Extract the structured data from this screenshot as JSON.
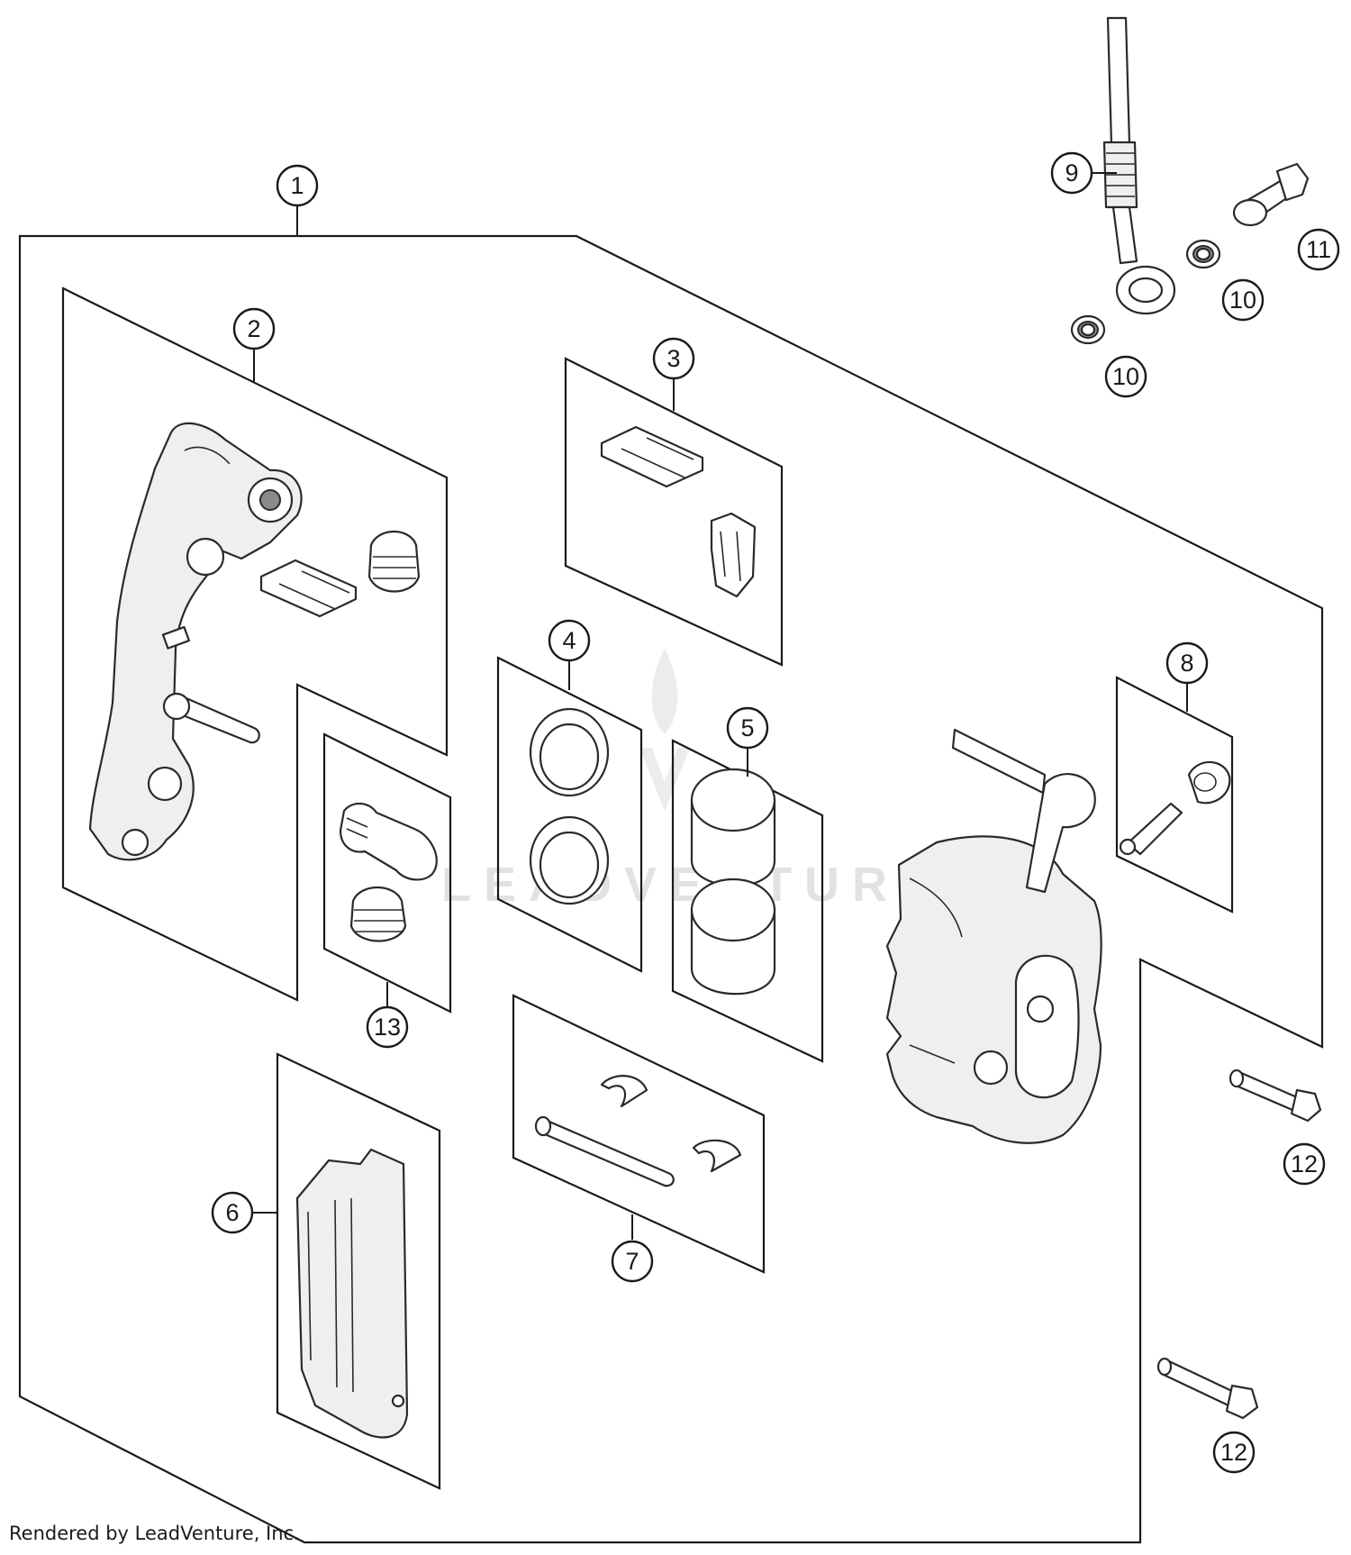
{
  "diagram": {
    "callouts": {
      "c1": "1",
      "c2": "2",
      "c3": "3",
      "c4": "4",
      "c5": "5",
      "c6": "6",
      "c7": "7",
      "c8": "8",
      "c9": "9",
      "c10a": "10",
      "c10b": "10",
      "c11": "11",
      "c12a": "12",
      "c12b": "12",
      "c13": "13"
    },
    "watermark": "LEADVENTURE",
    "credit": "Rendered by LeadVenture, Inc."
  }
}
